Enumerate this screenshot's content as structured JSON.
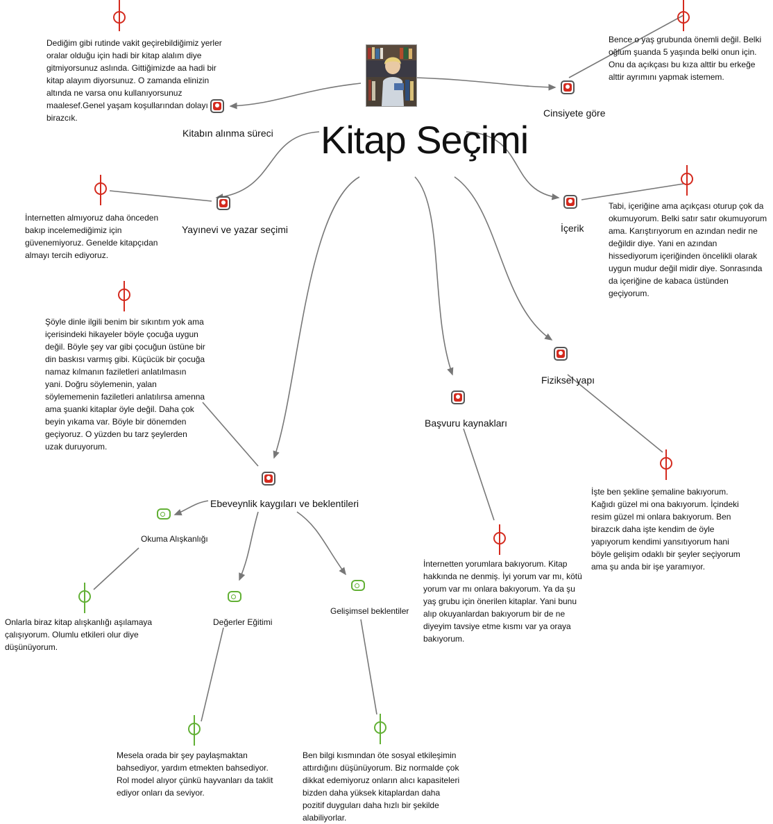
{
  "central_topic": "Kitap Seçimi",
  "colors": {
    "red_node": "#d42a1e",
    "green_node": "#62b035",
    "line": "#777777"
  },
  "nodes": {
    "kitabin_alinma": "Kitabın alınma süreci",
    "cinsiyet": "Cinsiyete göre",
    "yayinevi": "Yayınevi ve yazar seçimi",
    "icerik": "İçerik",
    "fiziksel": "Fiziksel yapı",
    "basvuru": "Başvuru kaynakları",
    "ebeveynlik": "Ebeveynlik kaygıları ve beklentileri",
    "okuma": "Okuma Alışkanlığı",
    "degerler": "Değerler Eğitimi",
    "gelisimsel": "Gelişimsel beklentiler"
  },
  "quotes": {
    "kitabin_alinma": "Dediğim gibi rutinde vakit geçirebildiğimiz yerler oralar olduğu için hadi bir kitap alalım diye gitmiyorsunuz aslında. Gittiğimizde aa hadi bir kitap alayım diyorsunuz. O zamanda elinizin altında ne varsa onu kullanıyorsunuz maalesef.Genel yaşam koşullarından dolayı birazcık.",
    "cinsiyet": "Bence o yaş grubunda önemli değil. Belki oğlum şuanda 5 yaşında belki onun için. Onu da açıkçası bu kıza alttir bu erkeğe alttir ayrımını yapmak istemem.",
    "yayinevi": "İnternetten almıyoruz daha önceden bakıp incelemediğimiz için güvenemiyoruz. Genelde kitapçıdan almayı tercih ediyoruz.",
    "icerik": "Tabi, içeriğine ama açıkçası oturup çok da okumuyorum. Belki satır satır okumuyorum ama. Karıştırıyorum en azından nedir ne değildir diye. Yani en azından hissediyorum içeriğinden öncelikli olarak uygun mudur değil midir diye. Sonrasında da içeriğine de kabaca üstünden geçiyorum.",
    "ebeveynlik": "Şöyle dinle ilgili benim bir sıkıntım yok ama içerisindeki hikayeler böyle çocuğa uygun değil. Böyle şey var gibi çocuğun üstüne bir din baskısı varmış gibi. Küçücük bir çocuğa namaz kılmanın faziletleri anlatılmasın yani. Doğru söylemenin, yalan söylememenin faziletleri anlatılırsa amenna ama şuanki kitaplar öyle değil. Daha çok beyin yıkama var. Böyle bir dönemden geçiyoruz. O yüzden bu tarz şeylerden uzak duruyorum.",
    "fiziksel": "İşte ben şekline şemaline bakıyorum. Kağıdı güzel mi ona bakıyorum. İçindeki resim güzel mi onlara bakıyorum. Ben birazcık daha işte kendim de öyle yapıyorum kendimi yansıtıyorum hani böyle gelişim odaklı bir şeyler seçiyorum ama şu anda bir işe yaramıyor.",
    "basvuru": "İnternetten yorumlara bakıyorum. Kitap hakkında ne denmiş. İyi yorum var mı, kötü yorum var mı onlara bakıyorum. Ya da şu yaş grubu için önerilen kitaplar. Yani bunu alıp okuyanlardan bakıyorum bir de ne diyeyim tavsiye etme kısmı var ya oraya bakıyorum.",
    "okuma": "Onlarla biraz kitap alışkanlığı aşılamaya çalışıyorum. Olumlu etkileri olur diye düşünüyorum.",
    "degerler": "Mesela orada bir şey paylaşmaktan bahsediyor, yardım etmekten bahsediyor. Rol model alıyor çünkü hayvanları da taklit ediyor onları da seviyor.",
    "gelisimsel": "Ben bilgi kısmından öte sosyal etkileşimin attırdığını düşünüyorum. Biz normalde çok dikkat edemiyoruz onların alıcı kapasiteleri bizden daha yüksek kitaplardan daha pozitif duyguları daha hızlı bir şekilde alabiliyorlar."
  }
}
